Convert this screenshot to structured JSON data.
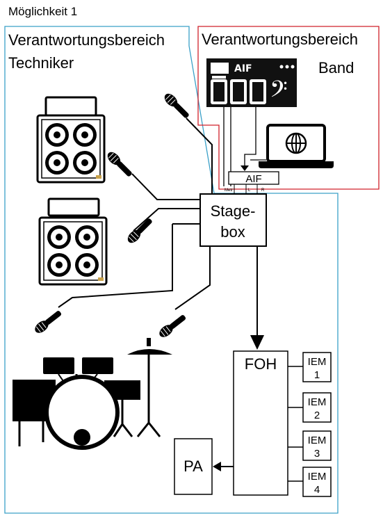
{
  "title": "Möglichkeit 1",
  "zones": {
    "technician": {
      "line1": "Verantwortungsbereich",
      "line2": "Techniker",
      "color": "#3aa0c8"
    },
    "band": {
      "line1": "Verantwortungsbereich",
      "line2": "Band",
      "color": "#d0202a"
    }
  },
  "stagebox": {
    "line1": "Stage-",
    "line2": "box"
  },
  "aif": {
    "label": "AIF",
    "ports": [
      "Metr",
      "L",
      "R"
    ]
  },
  "foh": {
    "label": "FOH"
  },
  "pa": {
    "label": "PA"
  },
  "iems": [
    {
      "line1": "IEM",
      "line2": "1"
    },
    {
      "line1": "IEM",
      "line2": "2"
    },
    {
      "line1": "IEM",
      "line2": "3"
    },
    {
      "line1": "IEM",
      "line2": "4"
    }
  ],
  "icons": [
    "bass-amp-icon",
    "guitar-amp-icon",
    "microphone-icon",
    "drum-kit-icon",
    "bass-pedal-icon",
    "laptop-icon"
  ]
}
